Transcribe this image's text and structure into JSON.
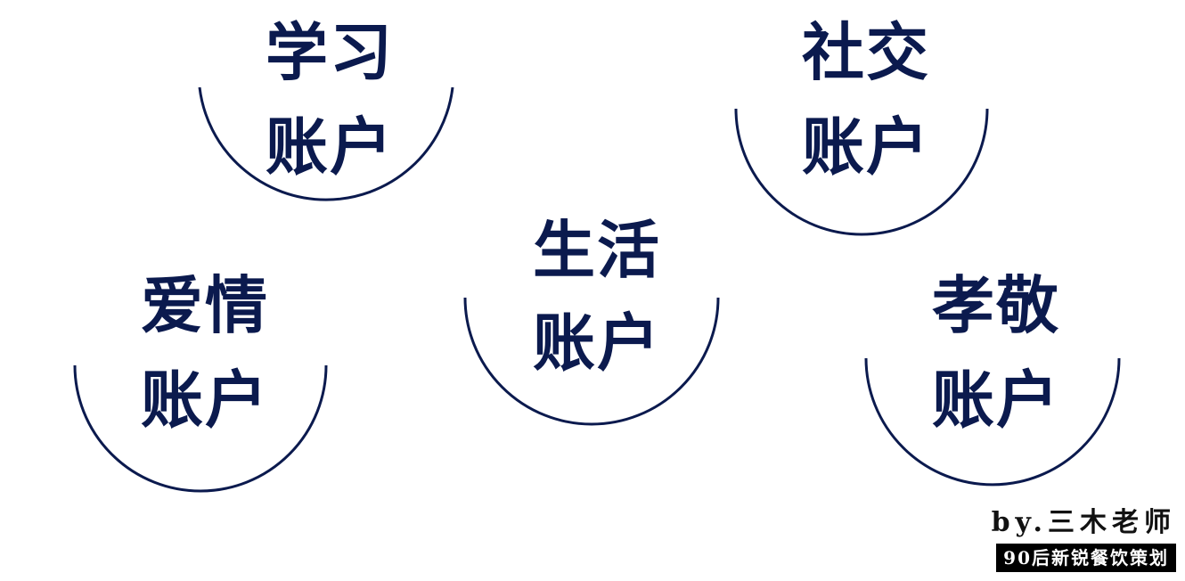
{
  "accounts": [
    {
      "name": "学习",
      "suffix": "账户"
    },
    {
      "name": "社交",
      "suffix": "账户"
    },
    {
      "name": "生活",
      "suffix": "账户"
    },
    {
      "name": "爱情",
      "suffix": "账户"
    },
    {
      "name": "孝敬",
      "suffix": "账户"
    }
  ],
  "signature": {
    "author": "by.三木老师",
    "tagline": "90后新锐餐饮策划"
  },
  "colors": {
    "accent": "#0b1a4e",
    "background": "#ffffff"
  }
}
